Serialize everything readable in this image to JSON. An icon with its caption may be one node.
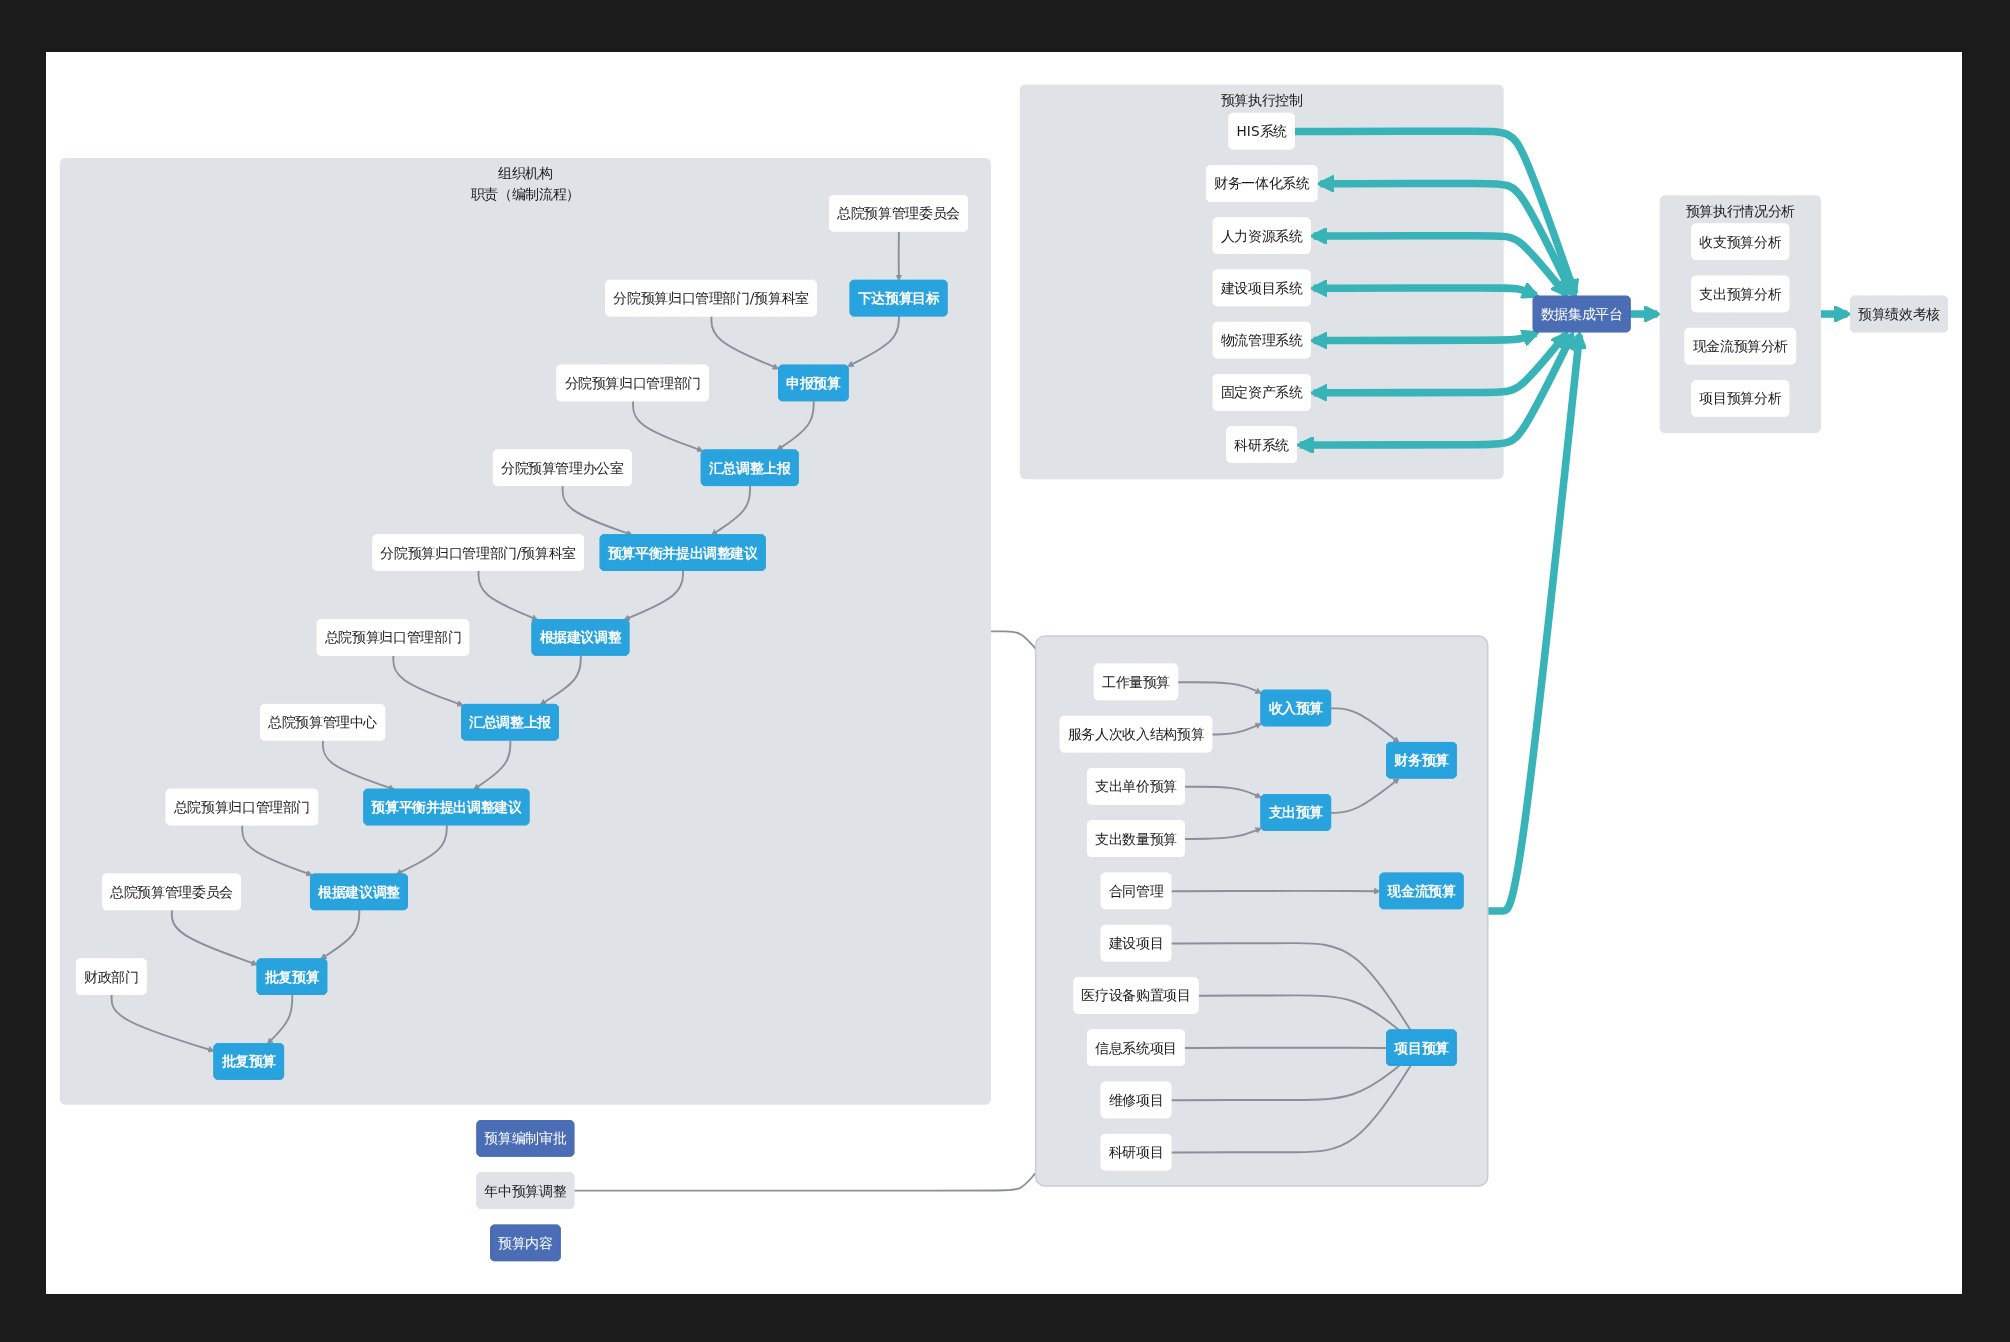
{
  "diagram": {
    "nodes": [
      {
        "text": [
          "预算编制审批"
        ]
      },
      {
        "text": [
          "组织机构",
          "职责（编制流程）"
        ]
      },
      {
        "text": [
          "总院预算管理委员会"
        ],
        "in": 1
      },
      {
        "text": [
          "分院预算归口管理部门/预算科室"
        ],
        "in": 1
      },
      {
        "text": [
          "分院预算归口管理部门"
        ],
        "in": 1
      },
      {
        "text": [
          "分院预算管理办公室"
        ],
        "in": 1
      },
      {
        "text": [
          "分院预算归口管理部门/预算科室"
        ],
        "in": 1
      },
      {
        "text": [
          "总院预算归口管理部门"
        ],
        "in": 1
      },
      {
        "text": [
          "总院预算管理中心"
        ],
        "in": 1
      },
      {
        "text": [
          "总院预算归口管理部门"
        ],
        "in": 1
      },
      {
        "text": [
          "总院预算管理委员会"
        ],
        "in": 1
      },
      {
        "text": [
          "财政部门"
        ],
        "in": 1
      },
      {
        "text": [
          "下达预算目标"
        ],
        "in": 1
      },
      {
        "text": [
          "申报预算"
        ],
        "in": 1
      },
      {
        "text": [
          "汇总调整上报"
        ],
        "in": 1
      },
      {
        "text": [
          "预算平衡并提出调整建议"
        ],
        "in": 1
      },
      {
        "text": [
          "根据建议调整"
        ],
        "in": 1
      },
      {
        "text": [
          "汇总调整上报"
        ],
        "in": 1
      },
      {
        "text": [
          "预算平衡并提出调整建议"
        ],
        "in": 1
      },
      {
        "text": [
          "根据建议调整"
        ],
        "in": 1
      },
      {
        "text": [
          "批复预算"
        ],
        "in": 1
      },
      {
        "text": [
          "批复预算"
        ],
        "in": 1
      },
      {
        "text": [
          "年中预算调整"
        ]
      },
      {
        "text": [
          "预算内容"
        ]
      },
      {
        "text": [],
        "shape": "box"
      },
      {
        "text": [
          "工作量预算"
        ],
        "in": 24
      },
      {
        "text": [
          "服务人次收入结构预算"
        ],
        "in": 24
      },
      {
        "text": [
          "支出单价预算"
        ],
        "in": 24
      },
      {
        "text": [
          "支出数量预算"
        ],
        "in": 24
      },
      {
        "text": [
          "合同管理"
        ],
        "in": 24
      },
      {
        "text": [
          "建设项目"
        ],
        "in": 24
      },
      {
        "text": [
          "医疗设备购置项目"
        ],
        "in": 24
      },
      {
        "text": [
          "信息系统项目"
        ],
        "in": 24
      },
      {
        "text": [
          "维修项目"
        ],
        "in": 24
      },
      {
        "text": [
          "科研项目"
        ],
        "in": 24
      },
      {
        "text": [
          "收入预算"
        ],
        "in": 24
      },
      {
        "text": [
          "财务预算"
        ],
        "in": 24
      },
      {
        "text": [
          "支出预算"
        ],
        "in": 24
      },
      {
        "text": [
          "现金流预算"
        ],
        "in": 24
      },
      {
        "text": [
          "项目预算"
        ],
        "in": 24
      },
      {
        "text": [
          "预算绩效考核"
        ]
      },
      {
        "text": [
          "预算执行情况分析"
        ]
      },
      {
        "text": [
          "收支预算分析"
        ],
        "in": 41
      },
      {
        "text": [
          "支出预算分析"
        ],
        "in": 41
      },
      {
        "text": [
          "现金流预算分析"
        ],
        "in": 41
      },
      {
        "text": [
          "项目预算分析"
        ],
        "in": 41
      },
      {
        "text": [
          "数据集成平台"
        ]
      },
      {
        "text": [
          "预算执行控制"
        ]
      },
      {
        "text": [
          "HIS系统"
        ],
        "in": 47
      },
      {
        "text": [
          "财务一体化系统"
        ],
        "in": 47
      },
      {
        "text": [
          "人力资源系统"
        ],
        "in": 47
      },
      {
        "text": [
          "建设项目系统"
        ],
        "in": 47
      },
      {
        "text": [
          "物流管理系统"
        ],
        "in": 47
      },
      {
        "text": [
          "固定资产系统"
        ],
        "in": 47
      },
      {
        "text": [
          "科研系统"
        ],
        "in": 47
      }
    ],
    "edges": [
      {
        "from": 2,
        "to": 12,
        "arrow": "to"
      },
      {
        "from": 3,
        "to": 13,
        "arrow": "to"
      },
      {
        "from": 4,
        "to": 14,
        "arrow": "to"
      },
      {
        "from": 5,
        "to": 15,
        "arrow": "to"
      },
      {
        "from": 6,
        "to": 16,
        "arrow": "to"
      },
      {
        "from": 7,
        "to": 17,
        "arrow": "to"
      },
      {
        "from": 8,
        "to": 18,
        "arrow": "to"
      },
      {
        "from": 9,
        "to": 19,
        "arrow": "to"
      },
      {
        "from": 10,
        "to": 20,
        "arrow": "to"
      },
      {
        "from": 11,
        "to": 21,
        "arrow": "to"
      },
      {
        "from": 12,
        "to": 13,
        "arrow": "to"
      },
      {
        "from": 13,
        "to": 14,
        "arrow": "to"
      },
      {
        "from": 14,
        "to": 15,
        "arrow": "to"
      },
      {
        "from": 15,
        "to": 16,
        "arrow": "to"
      },
      {
        "from": 16,
        "to": 17,
        "arrow": "to"
      },
      {
        "from": 17,
        "to": 18,
        "arrow": "to"
      },
      {
        "from": 18,
        "to": 19,
        "arrow": "to"
      },
      {
        "from": 19,
        "to": 20,
        "arrow": "to"
      },
      {
        "from": 20,
        "to": 21,
        "arrow": "to"
      },
      {
        "from": 1,
        "to": 24,
        "arrow": "none"
      },
      {
        "from": 22,
        "to": 24,
        "arrow": "none"
      },
      {
        "from": 25,
        "to": 35,
        "arrow": "to"
      },
      {
        "from": 26,
        "to": 35,
        "arrow": "to"
      },
      {
        "from": 35,
        "to": 36,
        "arrow": "to"
      },
      {
        "from": 27,
        "to": 37,
        "arrow": "to"
      },
      {
        "from": 28,
        "to": 37,
        "arrow": "to"
      },
      {
        "from": 37,
        "to": 36,
        "arrow": "to"
      },
      {
        "from": 29,
        "to": 38,
        "arrow": "to"
      },
      {
        "from": 30,
        "to": 39,
        "arrow": "none"
      },
      {
        "from": 31,
        "to": 39,
        "arrow": "none"
      },
      {
        "from": 32,
        "to": 39,
        "arrow": "none"
      },
      {
        "from": 33,
        "to": 39,
        "arrow": "none"
      },
      {
        "from": 34,
        "to": 39,
        "arrow": "none"
      },
      {
        "from": 24,
        "to": 46,
        "arrow": "to",
        "style": "thick",
        "color": "#38b4b8"
      },
      {
        "from": 46,
        "to": 41,
        "arrow": "to",
        "style": "thick",
        "color": "#38b4b8"
      },
      {
        "from": 41,
        "to": 40,
        "arrow": "to",
        "style": "thick",
        "color": "#38b4b8"
      },
      {
        "from": 48,
        "to": 46,
        "arrow": "to",
        "style": "thick",
        "color": "#38b4b8"
      },
      {
        "from": 49,
        "to": 46,
        "arrow": "both",
        "style": "thick",
        "color": "#38b4b8"
      },
      {
        "from": 50,
        "to": 46,
        "arrow": "both",
        "style": "thick",
        "color": "#38b4b8"
      },
      {
        "from": 51,
        "to": 46,
        "arrow": "both",
        "style": "thick",
        "color": "#38b4b8"
      },
      {
        "from": 52,
        "to": 46,
        "arrow": "both",
        "style": "thick",
        "color": "#38b4b8"
      },
      {
        "from": 53,
        "to": 46,
        "arrow": "both",
        "style": "thick",
        "color": "#38b4b8"
      },
      {
        "from": 54,
        "to": 46,
        "arrow": "both",
        "style": "thick",
        "color": "#38b4b8"
      }
    ]
  }
}
